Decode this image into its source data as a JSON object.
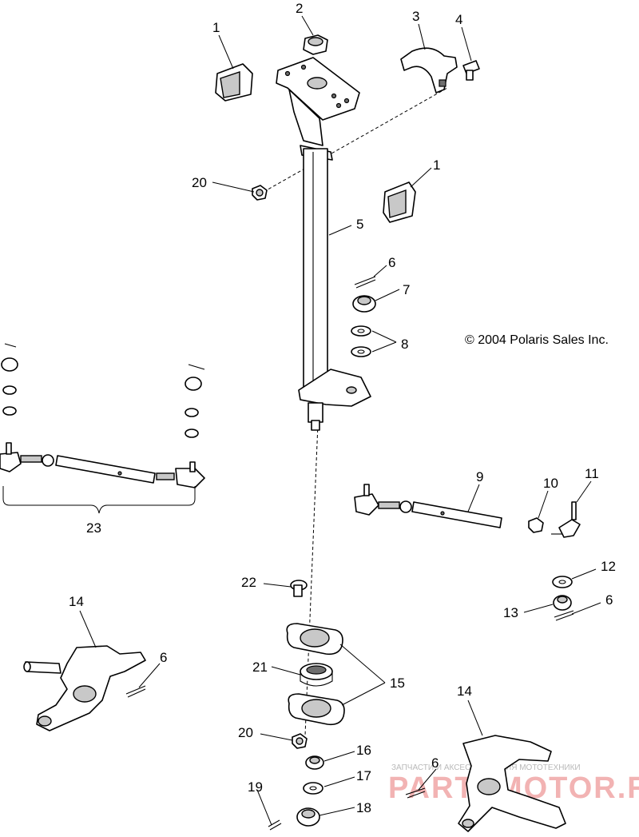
{
  "copyright": "© 2004 Polaris Sales Inc.",
  "watermark": {
    "line1": "ЗАПЧАСТИ И АКСЕССУАРЫ ДЛЯ МОТОТЕХНИКИ",
    "line2": "PARTSMOTOR.RU",
    "color": "#f2b3b3"
  },
  "callouts": {
    "c1a": "1",
    "c2": "2",
    "c3": "3",
    "c4": "4",
    "c20a": "20",
    "c1b": "1",
    "c5": "5",
    "c6a": "6",
    "c7": "7",
    "c8": "8",
    "c23": "23",
    "c9": "9",
    "c10": "10",
    "c11": "11",
    "c12": "12",
    "c13": "13",
    "c6b": "6",
    "c22": "22",
    "c14a": "14",
    "c6c": "6",
    "c21": "21",
    "c15": "15",
    "c14b": "14",
    "c20b": "20",
    "c16": "16",
    "c17": "17",
    "c6d": "6",
    "c19": "19",
    "c18": "18"
  }
}
